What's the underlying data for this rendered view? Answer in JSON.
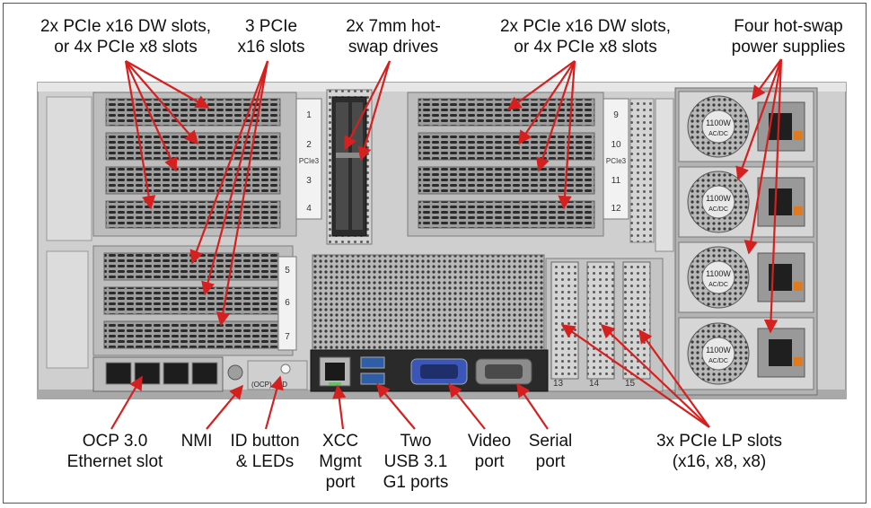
{
  "colors": {
    "arrow": "#d61f1f",
    "chassis": "#c9c9c9",
    "dark": "#2c2c2c"
  },
  "labels": {
    "top_left": "2x PCIe x16 DW slots,\nor 4x PCIe x8 slots",
    "pcie3": "3 PCIe\nx16 slots",
    "drives": "2x 7mm hot-\nswap drives",
    "top_right": "2x PCIe x16 DW slots,\nor 4x PCIe x8 slots",
    "psu": "Four hot-swap\npower supplies",
    "ocp": "OCP 3.0\nEthernet slot",
    "nmi": "NMI",
    "idbutton": "ID button\n& LEDs",
    "xcc": "XCC\nMgmt\nport",
    "usb": "Two\nUSB 3.1\nG1 ports",
    "video": "Video\nport",
    "serial": "Serial\nport",
    "lp": "3x PCIe LP slots\n(x16, x8, x8)"
  },
  "chassis_text": {
    "slots_left": [
      "1",
      "2",
      "3",
      "4"
    ],
    "pcie3_left": "PCIe3",
    "slots_mid": [
      "5",
      "6",
      "7"
    ],
    "slots_right": [
      "9",
      "10",
      "11",
      "12"
    ],
    "pcie3_right": "PCIe3",
    "lp_slots": [
      "13",
      "14",
      "15"
    ],
    "psu_rating": "1100W",
    "psu_type": "AC/DC",
    "ocp_mark": "(OCP)",
    "id_mark": "ID"
  }
}
